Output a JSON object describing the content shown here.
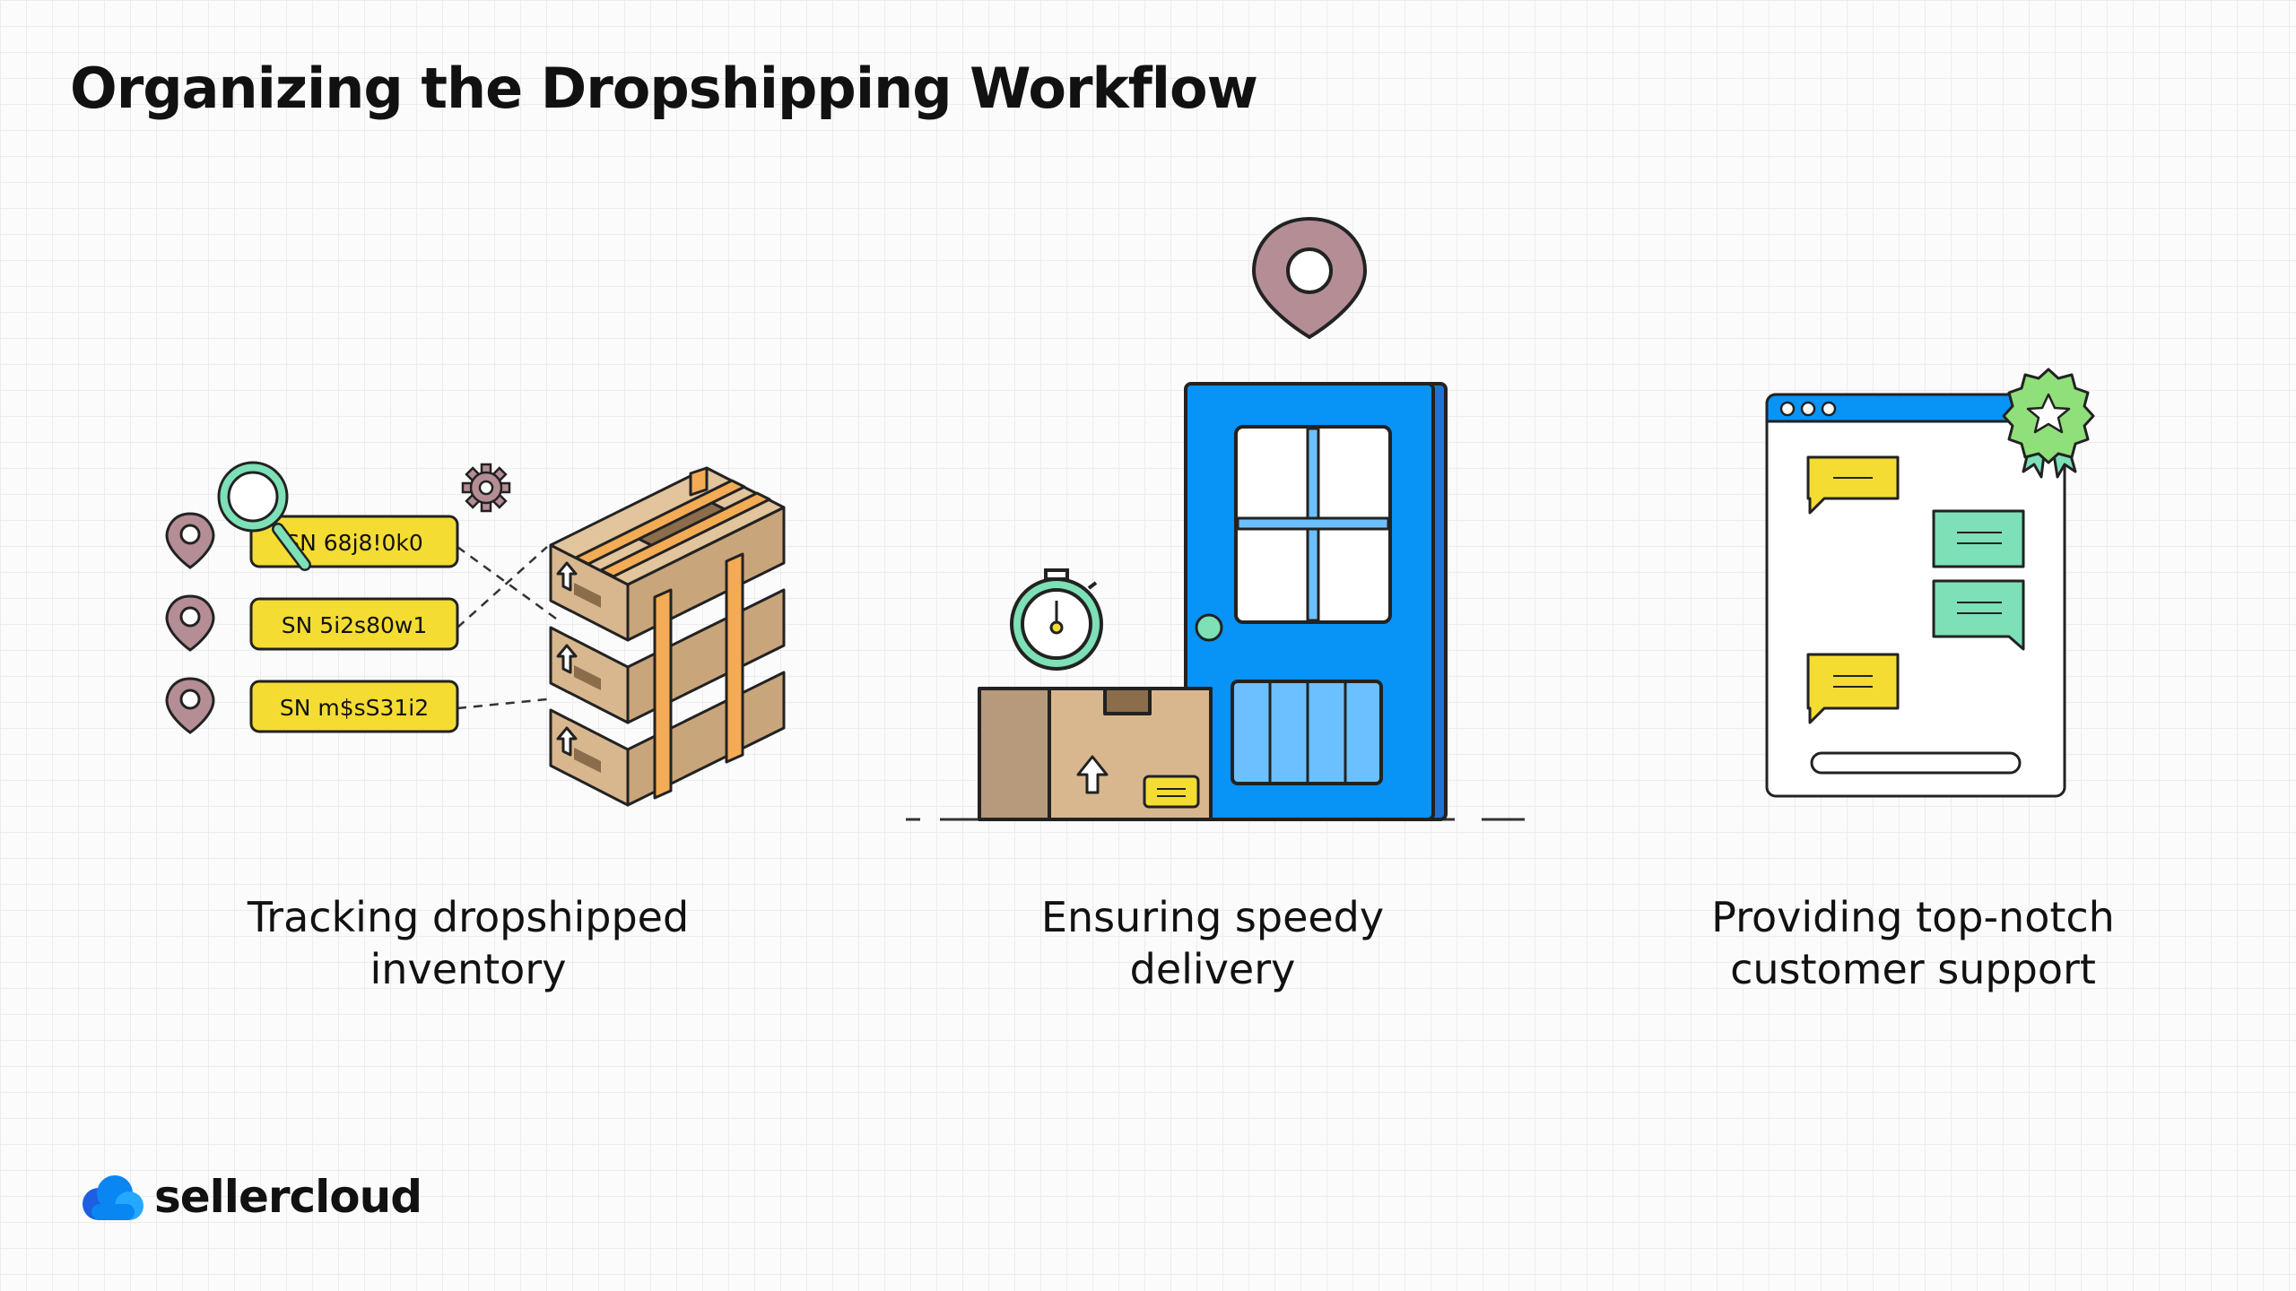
{
  "title": "Organizing the Dropshipping Workflow",
  "colors": {
    "accent_blue": "#0893f7",
    "box_brown": "#d8b78f",
    "tape_orange": "#f3ac55",
    "label_yellow": "#f4dc33",
    "mint": "#7de0b6",
    "pin_mauve": "#b48d95",
    "badge_green": "#8fe07a"
  },
  "steps": [
    {
      "caption_lines": [
        "Tracking dropshipped",
        "inventory"
      ],
      "icons": [
        "location-pin-icon",
        "magnifier-icon",
        "gear-icon",
        "box-stack-icon"
      ],
      "serial_labels": [
        "SN 68j8!0k0",
        "SN 5i2s80w1",
        "SN m$sS31i2"
      ]
    },
    {
      "caption_lines": [
        "Ensuring speedy",
        "delivery"
      ],
      "icons": [
        "location-pin-icon",
        "door-icon",
        "stopwatch-icon",
        "package-icon"
      ]
    },
    {
      "caption_lines": [
        "Providing top-notch",
        "customer support"
      ],
      "icons": [
        "browser-window-icon",
        "award-badge-icon",
        "chat-bubble-icon"
      ]
    }
  ],
  "brand": {
    "name": "sellercloud",
    "icon": "cloud-icon"
  }
}
